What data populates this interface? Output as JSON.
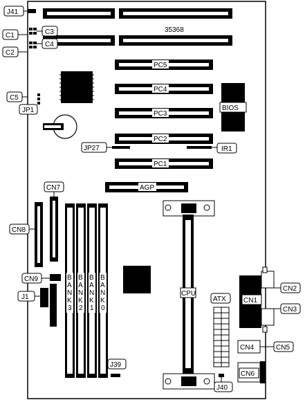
{
  "board_number": "35368",
  "labels": {
    "j41": "J41",
    "c1": "C1",
    "c2": "C2",
    "c3": "C3",
    "c4": "C4",
    "c5": "C5",
    "jp1": "JP1",
    "jp27": "JP27",
    "ir1": "IR1",
    "bios": "BIOS",
    "agp": "AGP",
    "cn7": "CN7",
    "cn8": "CN8",
    "cn9": "CN9",
    "j1": "J1",
    "j39": "J39",
    "j40": "J40",
    "cpu": "CPU",
    "atx": "ATX",
    "cn1": "CN1",
    "cn2": "CN2",
    "cn3": "CN3",
    "cn4": "CN4",
    "cn5": "CN5",
    "cn6": "CN6"
  },
  "pci_slots": [
    "PC5",
    "PC4",
    "PC3",
    "PC2",
    "PC1"
  ],
  "memory_banks": [
    "BANK3",
    "BANK2",
    "BANK1",
    "BANK0"
  ]
}
